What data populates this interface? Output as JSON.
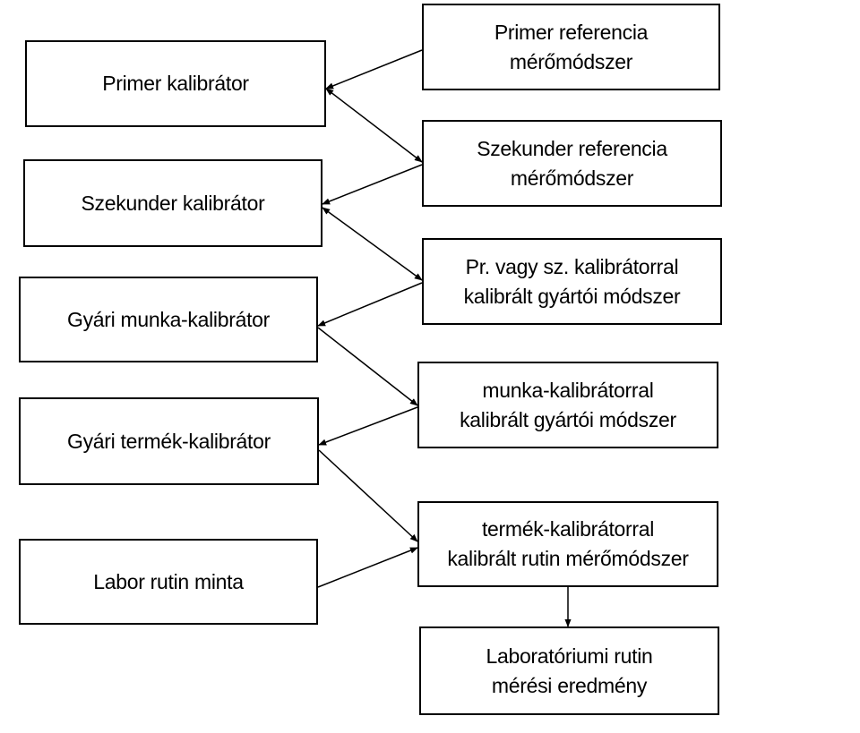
{
  "left_boxes": [
    {
      "lines": [
        "Primer  kalibrátor"
      ]
    },
    {
      "lines": [
        "Szekunder  kalibrátor"
      ]
    },
    {
      "lines": [
        "Gyári munka-kalibrátor"
      ]
    },
    {
      "lines": [
        "Gyári termék-kalibrátor"
      ]
    },
    {
      "lines": [
        "Labor rutin minta"
      ]
    }
  ],
  "right_boxes": [
    {
      "lines": [
        "Primer referencia",
        "mérőmódszer"
      ]
    },
    {
      "lines": [
        "Szekunder referencia",
        "mérőmódszer"
      ]
    },
    {
      "lines": [
        "Pr. vagy sz. kalibrátorral",
        "kalibrált gyártói  módszer"
      ]
    },
    {
      "lines": [
        "munka-kalibrátorral",
        "kalibrált gyártói módszer"
      ]
    },
    {
      "lines": [
        "termék-kalibrátorral",
        "kalibrált rutin mérőmódszer"
      ]
    }
  ],
  "result_box": {
    "lines": [
      "Laboratóriumi rutin",
      "mérési eredmény"
    ]
  },
  "colors": {
    "line": "#000000",
    "box_border": "#000000",
    "background": "#ffffff"
  }
}
